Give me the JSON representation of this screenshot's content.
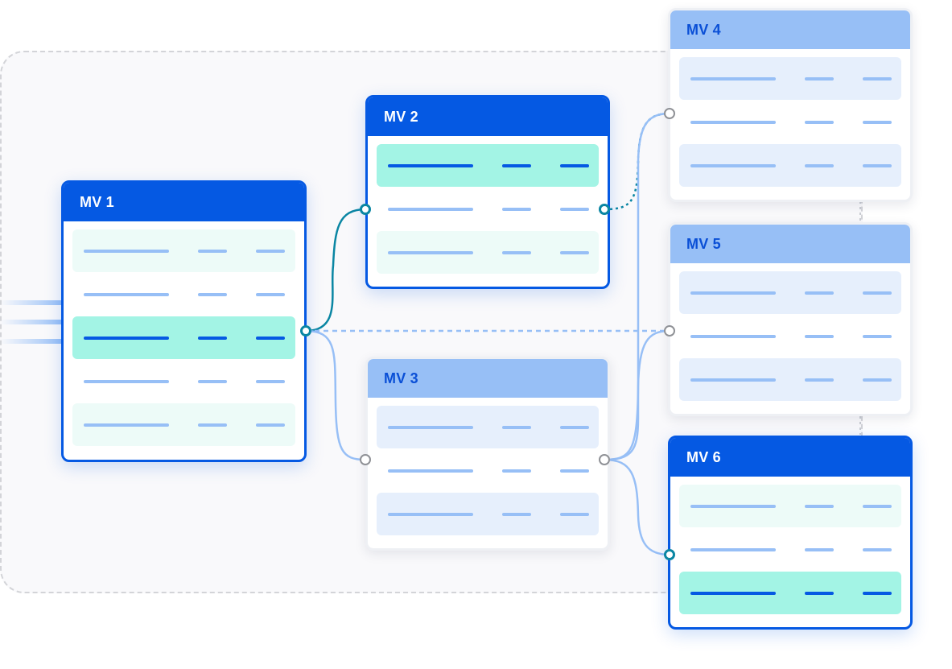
{
  "colors": {
    "primary": "#0559e3",
    "primary_light": "#97bff6",
    "teal": "#0a86a3",
    "row_teal": "#a3f4e5",
    "row_teal_light": "#edfbf8",
    "row_blue_light": "#e6effc",
    "bar_light": "#97bff6",
    "bar_dark": "#0559e3",
    "port_gray": "#8f9196"
  },
  "cards": [
    {
      "id": "mv1",
      "label": "MV 1",
      "active": true,
      "rows": [
        "teal-light",
        "plain",
        "teal-highlight",
        "plain",
        "teal-light"
      ]
    },
    {
      "id": "mv2",
      "label": "MV 2",
      "active": true,
      "rows": [
        "teal-highlight",
        "plain",
        "teal-light"
      ]
    },
    {
      "id": "mv3",
      "label": "MV 3",
      "active": false,
      "rows": [
        "blue-light",
        "plain",
        "blue-light"
      ]
    },
    {
      "id": "mv4",
      "label": "MV 4",
      "active": false,
      "rows": [
        "blue-light",
        "plain",
        "blue-light"
      ]
    },
    {
      "id": "mv5",
      "label": "MV 5",
      "active": false,
      "rows": [
        "blue-light",
        "plain",
        "blue-light"
      ]
    },
    {
      "id": "mv6",
      "label": "MV 6",
      "active": true,
      "rows": [
        "teal-light",
        "plain",
        "teal-highlight"
      ]
    }
  ],
  "connections": [
    {
      "from": "mv1",
      "to": "mv2",
      "style": "solid-teal"
    },
    {
      "from": "mv1",
      "to": "mv3",
      "style": "solid-light"
    },
    {
      "from": "mv1",
      "to": "mv5",
      "style": "dashed-light"
    },
    {
      "from": "mv2",
      "to": "mv4",
      "style": "dotted-teal"
    },
    {
      "from": "mv3",
      "to": "mv4",
      "style": "solid-light"
    },
    {
      "from": "mv3",
      "to": "mv5",
      "style": "solid-light"
    },
    {
      "from": "mv3",
      "to": "mv6",
      "style": "solid-light"
    }
  ]
}
